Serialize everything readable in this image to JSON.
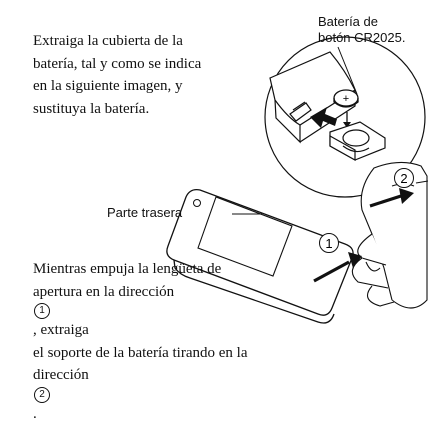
{
  "instructions_top": {
    "lines": [
      "Extraiga la cubierta de la",
      "batería, tal y como se indica",
      "en la siguiente imagen, y",
      "sustituya la batería."
    ]
  },
  "instructions_bottom": {
    "line1": "Mientras empuja la lengüeta de",
    "line2_a": "apertura en la dirección ",
    "line2_num": "1",
    "line2_b": ", extraiga",
    "line3": "el soporte de la batería tirando en la",
    "line4_a": "dirección ",
    "line4_num": "2",
    "line4_b": "."
  },
  "labels": {
    "battery_line1": "Batería de",
    "battery_line2": "botón CR2025.",
    "back": "Parte trasera",
    "step1": "1",
    "step2": "2",
    "plus": "+"
  }
}
